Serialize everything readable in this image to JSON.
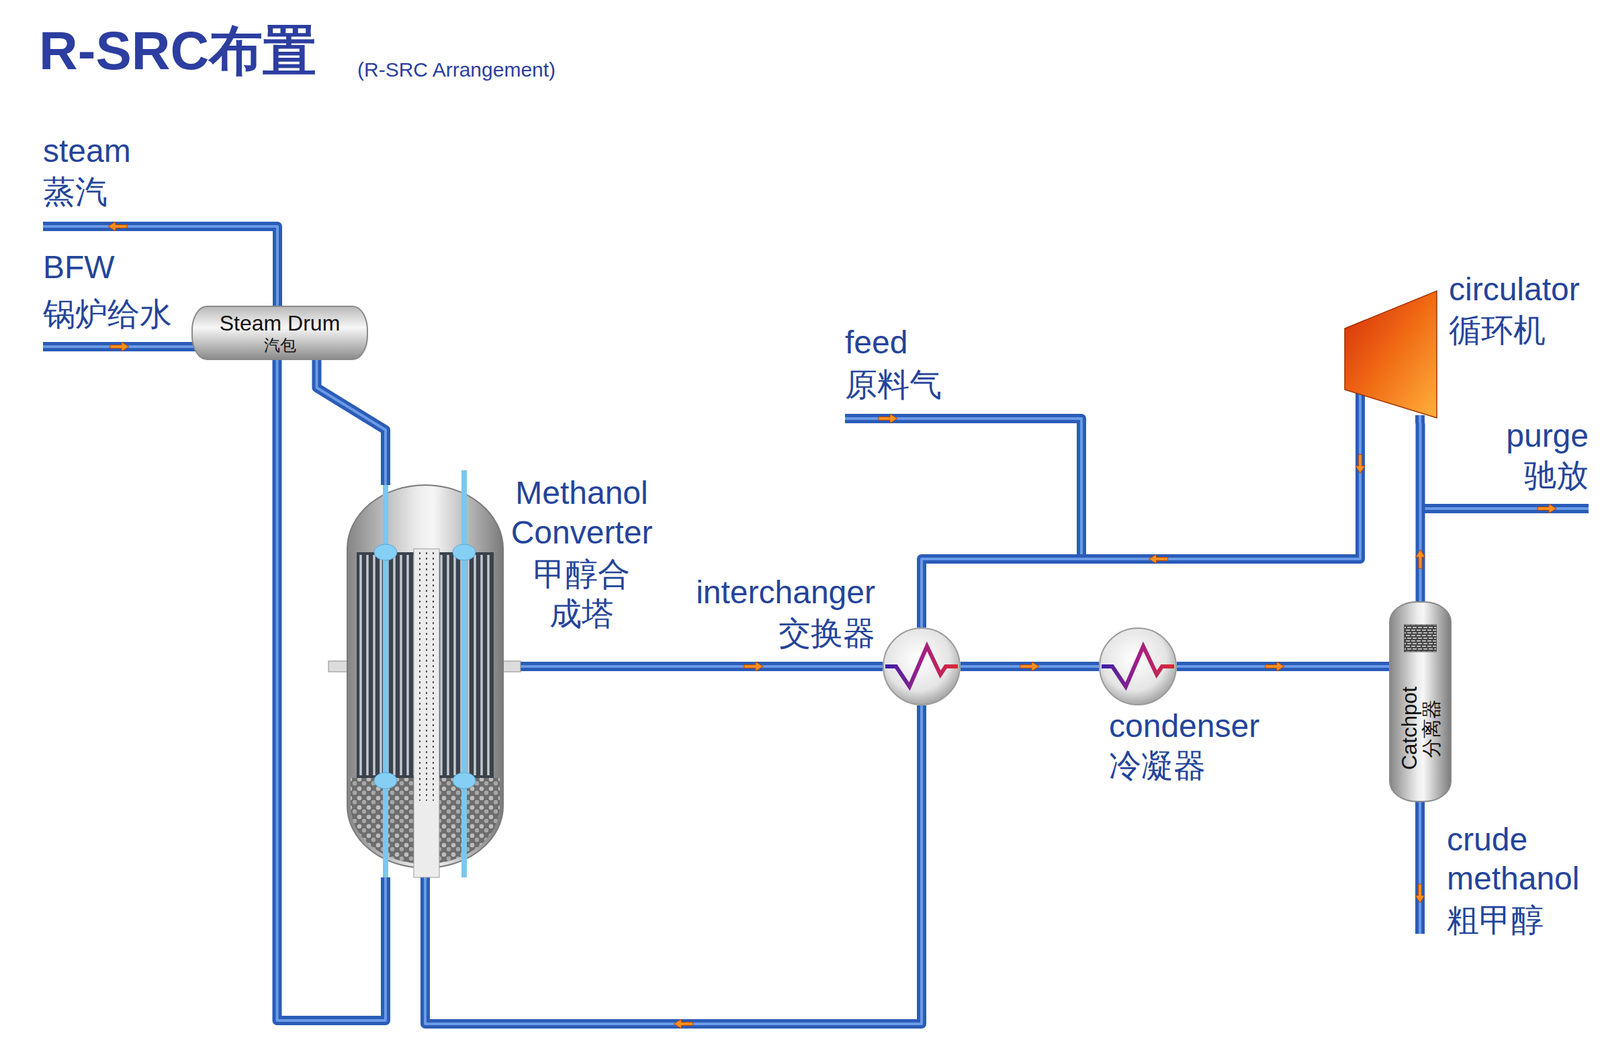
{
  "diagram": {
    "title": "R-SRC布置",
    "nodes": [
      {
        "text": [
          "Steam Drum",
          "汽包"
        ]
      },
      {
        "text": [
          "Methanol Converter",
          "甲醇合成塔"
        ]
      },
      {
        "text": [
          "interchanger",
          "交换器"
        ]
      },
      {
        "text": [
          "condenser",
          "冷凝器"
        ]
      },
      {
        "text": [
          "circulator",
          "循环机"
        ]
      },
      {
        "text": [
          "Catchpot",
          "分离器"
        ]
      }
    ],
    "edges": [
      {
        "from": 0,
        "to": 1,
        "arrow": "none"
      },
      {
        "from": 1,
        "to": 0,
        "arrow": "none"
      },
      {
        "from": 1,
        "to": 2,
        "arrow": "to"
      },
      {
        "from": 2,
        "to": 3,
        "arrow": "to"
      },
      {
        "from": 3,
        "to": 5,
        "arrow": "to"
      },
      {
        "from": 5,
        "to": 4,
        "arrow": "to"
      },
      {
        "from": 4,
        "to": 2,
        "arrow": "to"
      },
      {
        "from": 2,
        "to": 1,
        "arrow": "to"
      }
    ],
    "labels": [
      "(R-SRC Arrangement)",
      "steam",
      "蒸汽",
      "BFW",
      "锅炉给水",
      "feed",
      "原料气",
      "purge",
      "驰放",
      "crude methanol",
      "粗甲醇"
    ]
  }
}
